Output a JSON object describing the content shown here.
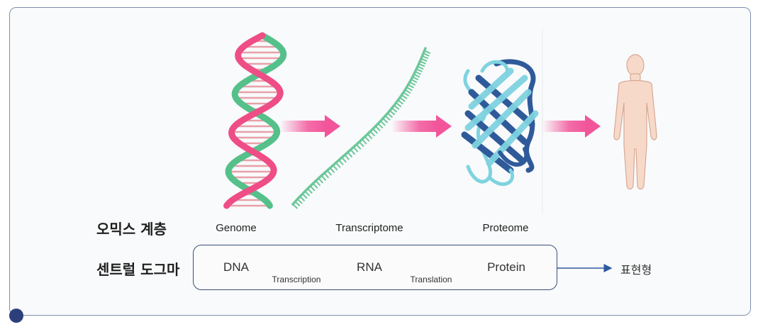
{
  "omics_row": {
    "label": "오믹스 계층",
    "stages": [
      {
        "name": "Genome"
      },
      {
        "name": "Transcriptome"
      },
      {
        "name": "Proteome"
      }
    ]
  },
  "dogma_row": {
    "label": "센트럴 도그마",
    "molecules": [
      "DNA",
      "RNA",
      "Protein"
    ],
    "processes": [
      "Transcription",
      "Translation"
    ],
    "phenotype": "표현형"
  },
  "colors": {
    "dna_pink": "#ee4d86",
    "dna_green": "#55c08a",
    "rna_green": "#6cc79a",
    "protein_dark": "#2f5a9a",
    "protein_light": "#7fd3e0",
    "arrow_pink": "#f2559a",
    "body_skin": "#f7d9c9",
    "dogma_arrow": "#2e5aa0",
    "frame": "#7f8fae"
  },
  "icons": [
    "dna-helix-icon",
    "rna-strand-icon",
    "protein-structure-icon",
    "human-body-icon"
  ]
}
